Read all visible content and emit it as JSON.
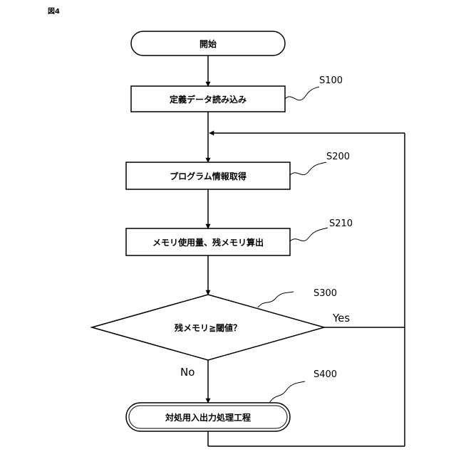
{
  "figure": {
    "label": "図4"
  },
  "nodes": {
    "start": {
      "text": "開始"
    },
    "s100": {
      "text": "定義データ読み込み",
      "step": "S100"
    },
    "s200": {
      "text": "プログラム情報取得",
      "step": "S200"
    },
    "s210": {
      "text": "メモリ使用量、残メモリ算出",
      "step": "S210"
    },
    "s300": {
      "text": "残メモリ≧閾値？",
      "step": "S300"
    },
    "s400": {
      "text": "対処用入出力処理工程",
      "step": "S400"
    }
  },
  "branches": {
    "yes": "Yes",
    "no": "No"
  }
}
